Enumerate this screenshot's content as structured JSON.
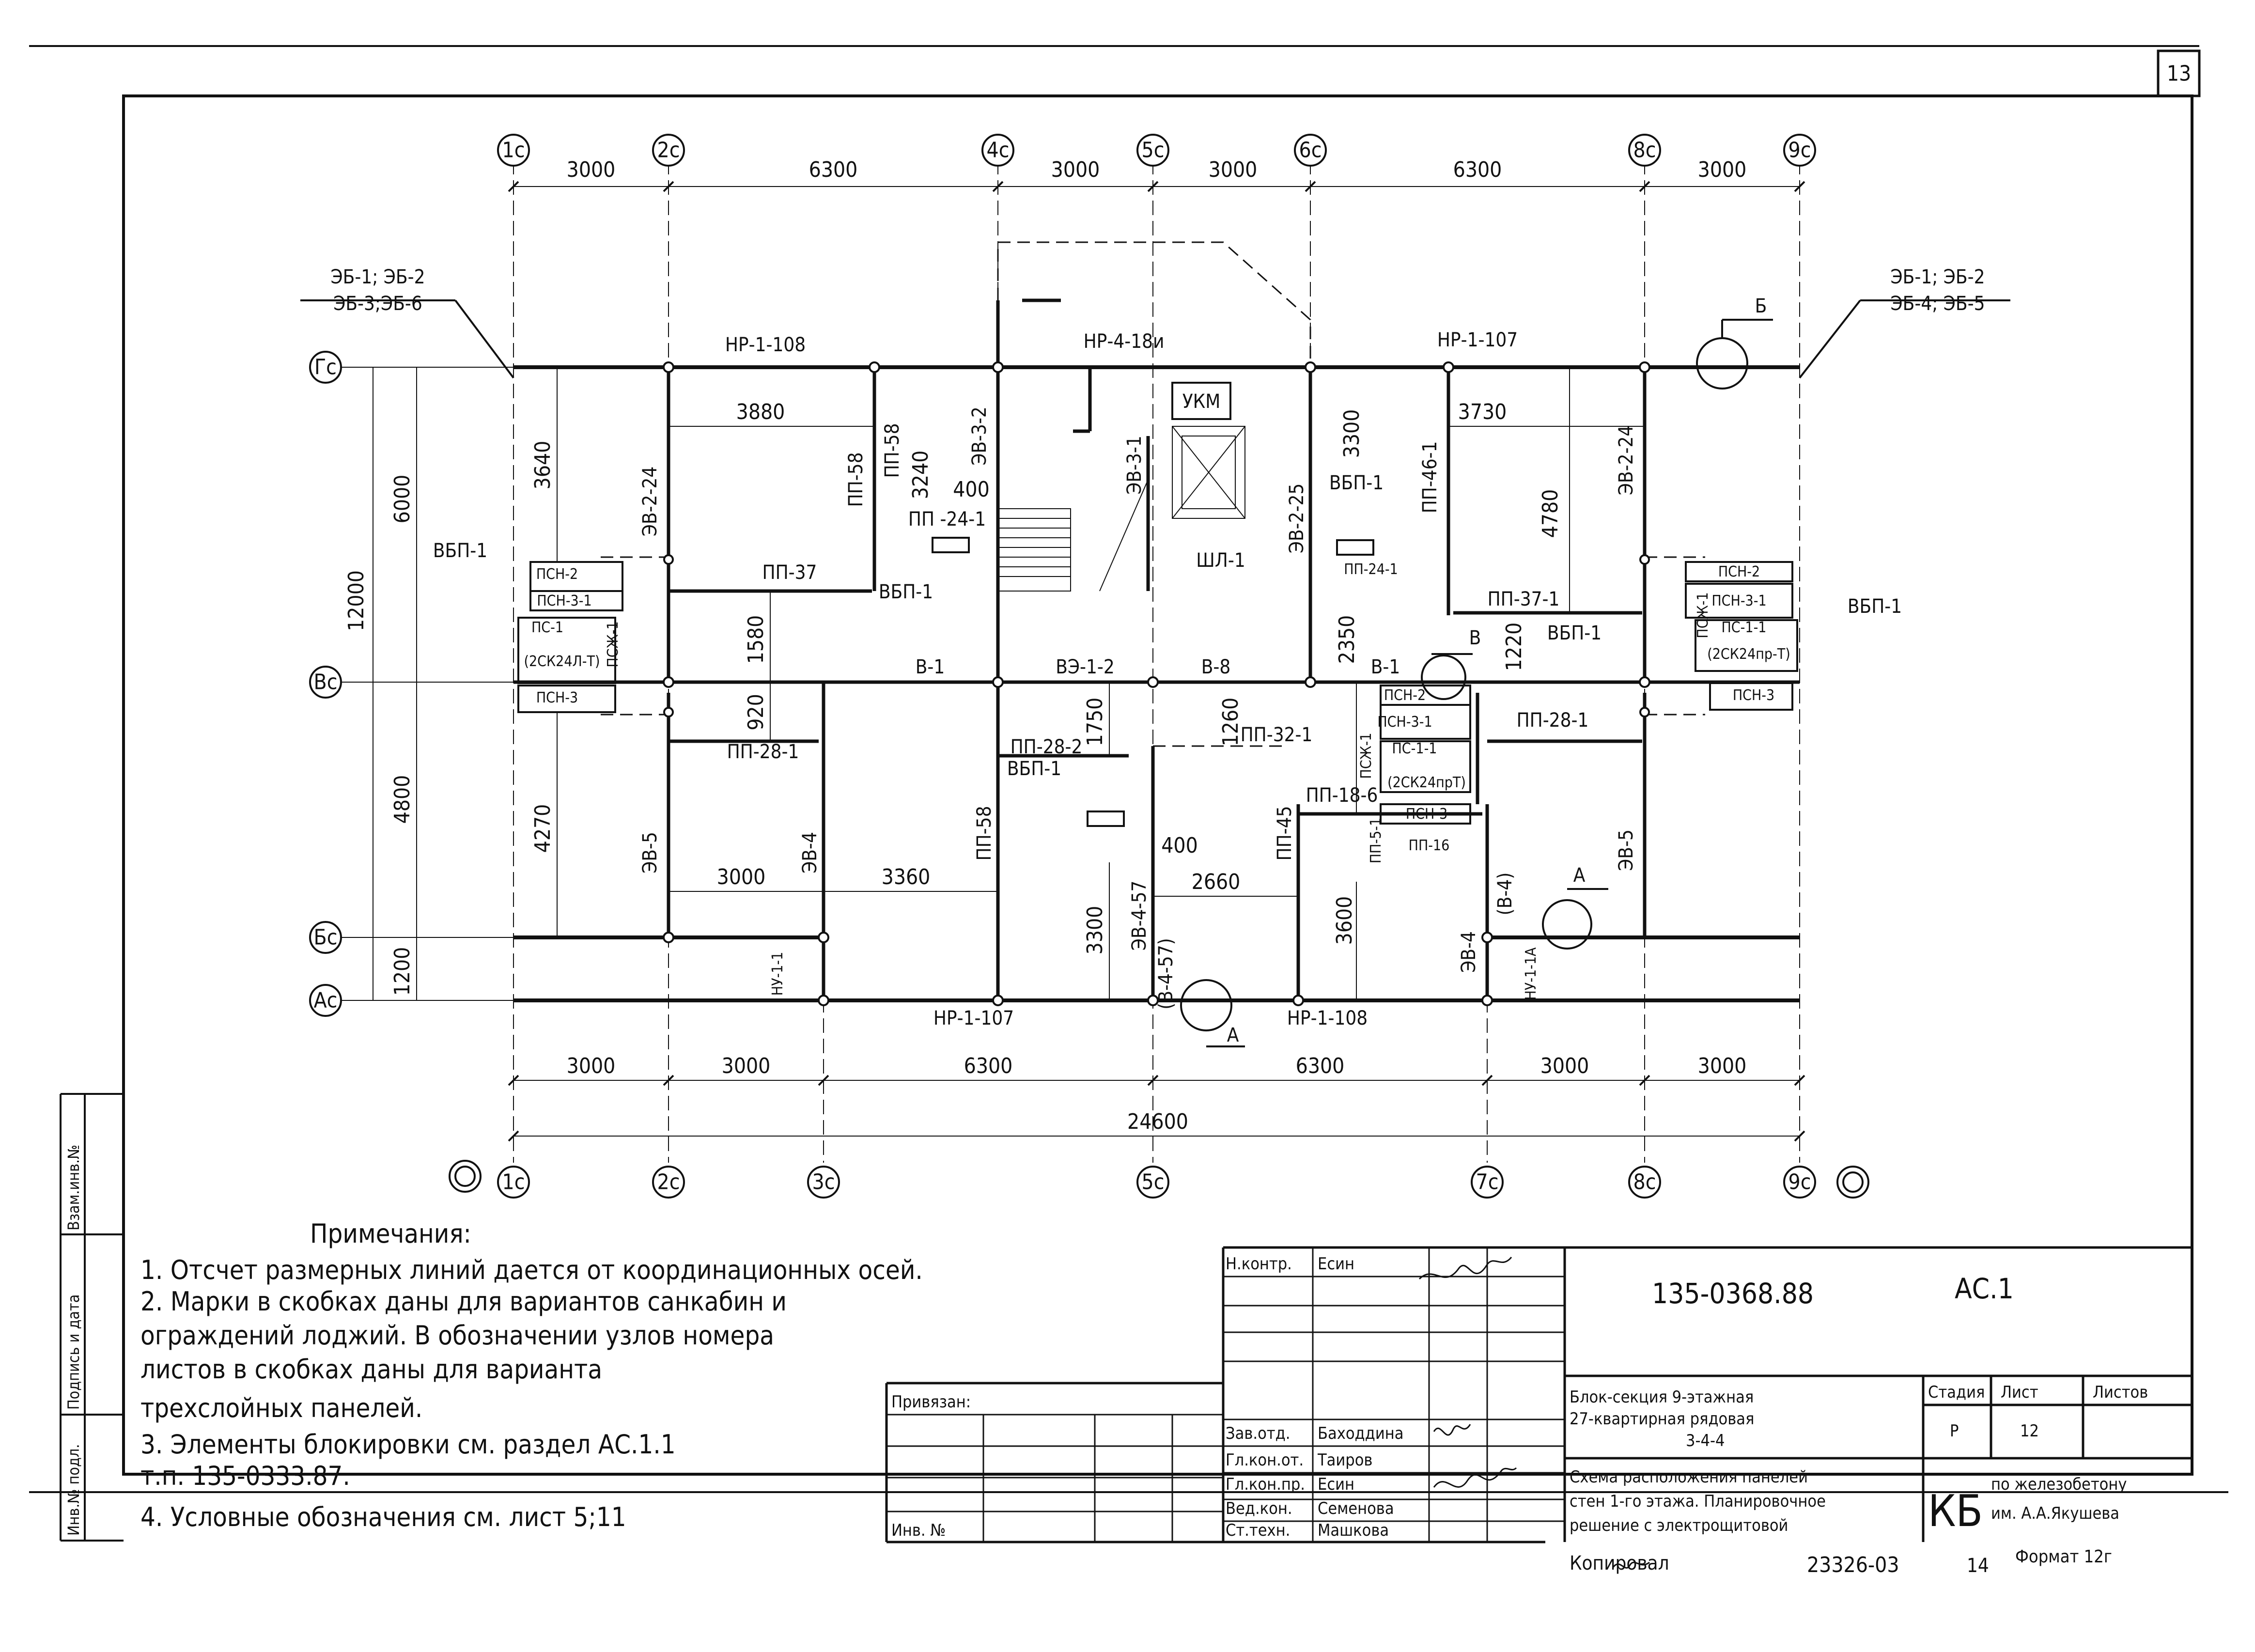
{
  "sheet": {
    "page_number": "13"
  },
  "axes": {
    "top": [
      "1c",
      "2c",
      "4c",
      "5c",
      "6c",
      "8c",
      "9c"
    ],
    "bottom": [
      "1c",
      "2c",
      "3c",
      "5c",
      "7c",
      "8c",
      "9c"
    ],
    "left": [
      "Гс",
      "Вс",
      "Бс",
      "Ас"
    ]
  },
  "dims": {
    "top": [
      "3000",
      "6300",
      "3000",
      "3000",
      "6300",
      "3000"
    ],
    "bottom": [
      "3000",
      "3000",
      "6300",
      "6300",
      "3000",
      "3000"
    ],
    "total": "24600",
    "left_outer": [
      "12000"
    ],
    "left_mid": [
      "6000",
      "4800",
      "1200"
    ],
    "inner": [
      "3640",
      "3880",
      "3240",
      "400",
      "1580",
      "920",
      "4270",
      "3000",
      "3360",
      "1750",
      "3300",
      "400",
      "2660",
      "1260",
      "3300",
      "3730",
      "4780",
      "2350",
      "1220",
      "3600"
    ]
  },
  "labels": {
    "eb_left_1": "ЭБ-1; ЭБ-2",
    "eb_left_2": "ЭБ-3;ЭБ-6",
    "eb_right_1": "ЭБ-1; ЭБ-2",
    "eb_right_2": "ЭБ-4; ЭБ-5",
    "node_b": "Б",
    "node_a": "А",
    "node_v": "В",
    "nr_top_left": "НР-1-108",
    "nr_top_mid": "НР-4-18и",
    "nr_top_right": "НР-1-107",
    "nr_bot_left": "НР-1-107",
    "nr_bot_right": "НР-1-108",
    "ukm": "УКМ",
    "shl": "ШЛ-1",
    "vbp1": "ВБП-1",
    "v1": "В-1",
    "ve12": "ВЭ-1-2",
    "v8": "В-8",
    "pp37": "ПП-37",
    "pp371": "ПП-37-1",
    "pp281": "ПП-28-1",
    "pp282": "ПП-28-2",
    "pp321": "ПП-32-1",
    "pp186": "ПП-18-6",
    "pp16": "ПП-16",
    "pp241": "ПП -24-1",
    "pp2411": "ПП-24-1",
    "pp58": "ПП-58",
    "pp45": "ПП-45",
    "pp461": "ПП-46-1",
    "pp51": "ПП-5-1",
    "vb224": "ЭВ-2-24",
    "vb225": "ЭВ-2-25",
    "vb32": "ЭВ-3-2",
    "vb31": "ЭВ-3-1",
    "vb5": "ЭВ-5",
    "vb4": "ЭВ-4",
    "vb457": "ЭВ-4-57",
    "vb457b": "(В-4-57)",
    "vb4b": "(В-4)",
    "nu11": "НУ-1-1",
    "nu11a": "НУ-1-1А",
    "psn2": "ПСН-2",
    "psn31": "ПСН-3-1",
    "psn3": "ПСН-3",
    "ps1": "ПС-1",
    "ps11": "ПС-1-1",
    "psj1": "ПСЖ-1",
    "sk_l": "(2СК24Л-Т)",
    "sk_r": "(2СК24пр-Т)",
    "sk_c": "(2СК24прТ)"
  },
  "notes": {
    "title": "Примечания:",
    "lines": [
      "1. Отсчет размерных линий дается от координационных осей.",
      "2. Марки в скобках даны для вариантов санкабин и",
      "    ограждений лоджий. В обозначении узлов номера",
      "    листов в скобках даны для варианта",
      "    трехслойных панелей.",
      "3. Элементы блокировки см. раздел АС.1.1",
      "    т.п. 135-0333.87.",
      "4. Условные обозначения см. лист  5;11"
    ]
  },
  "title_block": {
    "doc_code": "135-0368.88",
    "section": "АС.1",
    "privyazan": "Привязан:",
    "inv_no": "Инв. №",
    "roles": [
      "Н.контр.",
      "",
      "",
      "",
      "Зав.отд.",
      "Гл.кон.от.",
      "Гл.кон.пр.",
      "Вед.кон.",
      "Ст.техн."
    ],
    "names": [
      "Есин",
      "",
      "",
      "",
      "Баходдина",
      "Таиров",
      "Есин",
      "Семенова",
      "Машкова"
    ],
    "title_lines": [
      "Блок-секция 9-этажная",
      "27-квартирная рядовая",
      "3-4-4"
    ],
    "sheet_desc": [
      "Схема расположения панелей",
      "стен 1-го этажа. Планировочное",
      "решение с электрощитовой"
    ],
    "stage_hdr": "Стадия",
    "sheet_hdr": "Лист",
    "sheets_hdr": "Листов",
    "stage": "Р",
    "sheet": "12",
    "org_code": "КБ",
    "org_lines": [
      "по железобетону",
      "им. А.А.Якушева"
    ],
    "copied": "Копировал",
    "order": "23326-03",
    "order_sheet": "14",
    "format": "Формат 12г"
  },
  "side_stamp": [
    "Инв.№ подл.",
    "Подпись и дата",
    "Взам.инв.№"
  ]
}
